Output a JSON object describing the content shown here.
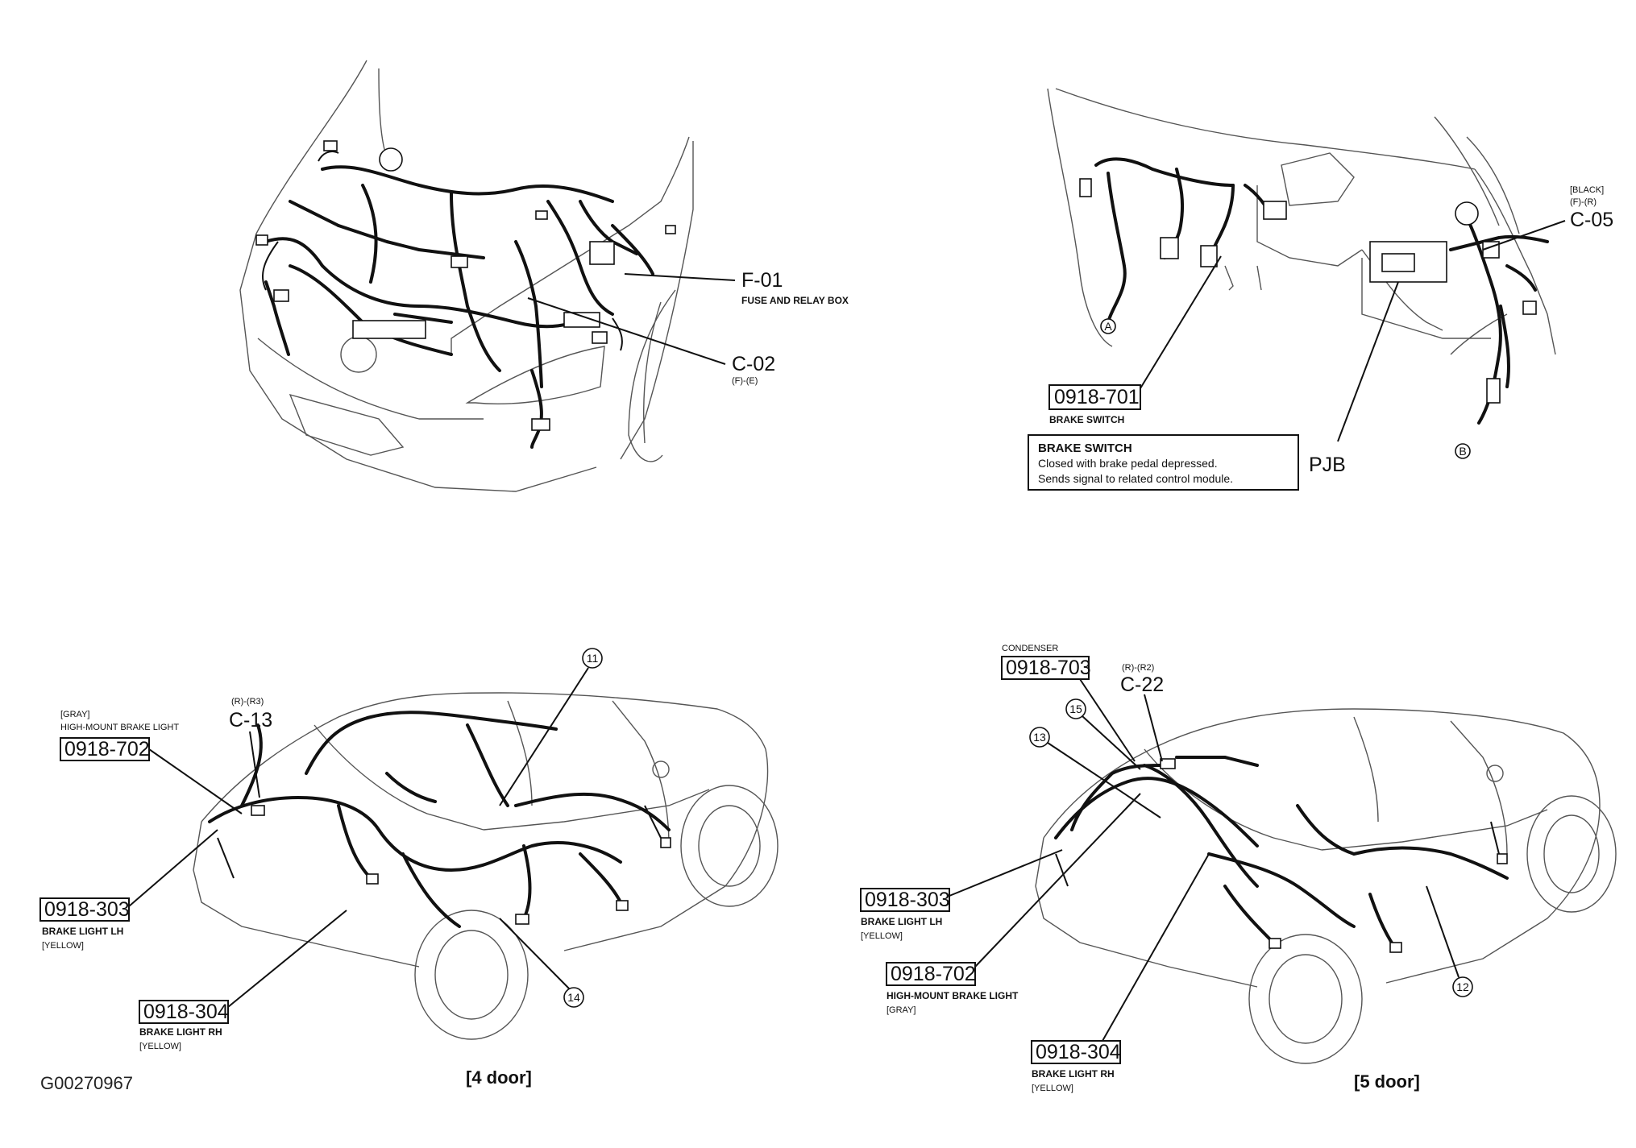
{
  "figure_id": "G00270967",
  "panels": {
    "engine": {
      "f01": {
        "code": "F-01",
        "name": "FUSE AND RELAY BOX"
      },
      "c02": {
        "code": "C-02",
        "sub": "(F)-(E)"
      }
    },
    "cabin": {
      "c05": {
        "color": "[BLACK]",
        "sub": "(F)-(R)",
        "code": "C-05"
      },
      "brake_switch_label": {
        "code": "0918-701",
        "name": "BRAKE SWITCH"
      },
      "pjb": "PJB",
      "marker_a": "A",
      "marker_b": "B",
      "info": {
        "title": "BRAKE SWITCH",
        "line1": "Closed with brake pedal depressed.",
        "line2": "Sends signal to related control module."
      }
    },
    "four_door": {
      "caption": "[4 door]",
      "c13": {
        "sub": "(R)-(R3)",
        "code": "C-13"
      },
      "high_mount": {
        "color": "[GRAY]",
        "name": "HIGH-MOUNT BRAKE LIGHT",
        "code": "0918-702"
      },
      "lh": {
        "code": "0918-303",
        "name": "BRAKE LIGHT LH",
        "color": "[YELLOW]"
      },
      "rh": {
        "code": "0918-304",
        "name": "BRAKE LIGHT RH",
        "color": "[YELLOW]"
      },
      "circle_11": "11",
      "circle_14": "14"
    },
    "five_door": {
      "caption": "[5 door]",
      "condenser": {
        "name": "CONDENSER",
        "code": "0918-703"
      },
      "c22": {
        "sub": "(R)-(R2)",
        "code": "C-22"
      },
      "lh": {
        "code": "0918-303",
        "name": "BRAKE LIGHT LH",
        "color": "[YELLOW]"
      },
      "high_mount": {
        "code": "0918-702",
        "name": "HIGH-MOUNT BRAKE LIGHT",
        "color": "[GRAY]"
      },
      "rh": {
        "code": "0918-304",
        "name": "BRAKE LIGHT RH",
        "color": "[YELLOW]"
      },
      "circle_12": "12",
      "circle_13": "13",
      "circle_15": "15"
    }
  }
}
